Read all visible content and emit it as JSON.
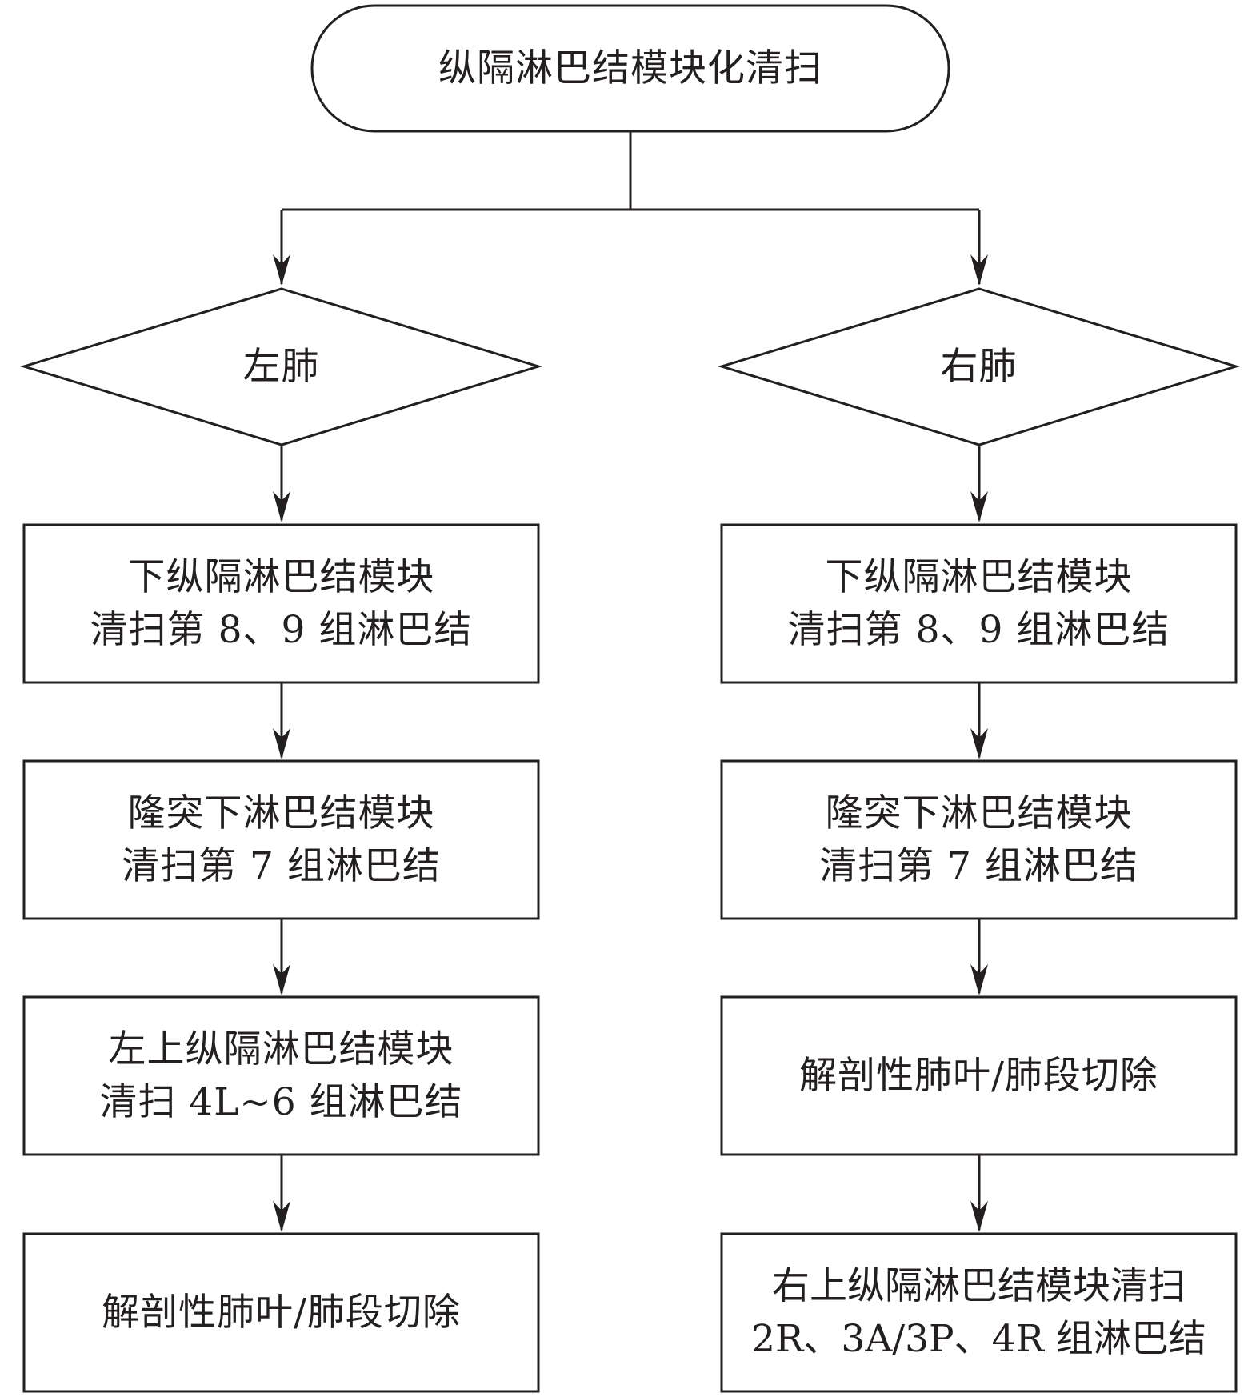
{
  "start": {
    "label": "纵隔淋巴结模块化清扫"
  },
  "left": {
    "decision": "左肺",
    "steps": [
      {
        "lines": [
          "下纵隔淋巴结模块",
          "清扫第 8、9 组淋巴结"
        ]
      },
      {
        "lines": [
          "隆突下淋巴结模块",
          "清扫第 7 组淋巴结"
        ]
      },
      {
        "lines": [
          "左上纵隔淋巴结模块",
          "清扫 4L~6 组淋巴结"
        ]
      },
      {
        "lines": [
          "解剖性肺叶/肺段切除"
        ]
      }
    ]
  },
  "right": {
    "decision": "右肺",
    "steps": [
      {
        "lines": [
          "下纵隔淋巴结模块",
          "清扫第 8、9 组淋巴结"
        ]
      },
      {
        "lines": [
          "隆突下淋巴结模块",
          "清扫第 7 组淋巴结"
        ]
      },
      {
        "lines": [
          "解剖性肺叶/肺段切除"
        ]
      },
      {
        "lines": [
          "右上纵隔淋巴结模块清扫",
          "2R、3A/3P、4R 组淋巴结"
        ]
      }
    ]
  }
}
